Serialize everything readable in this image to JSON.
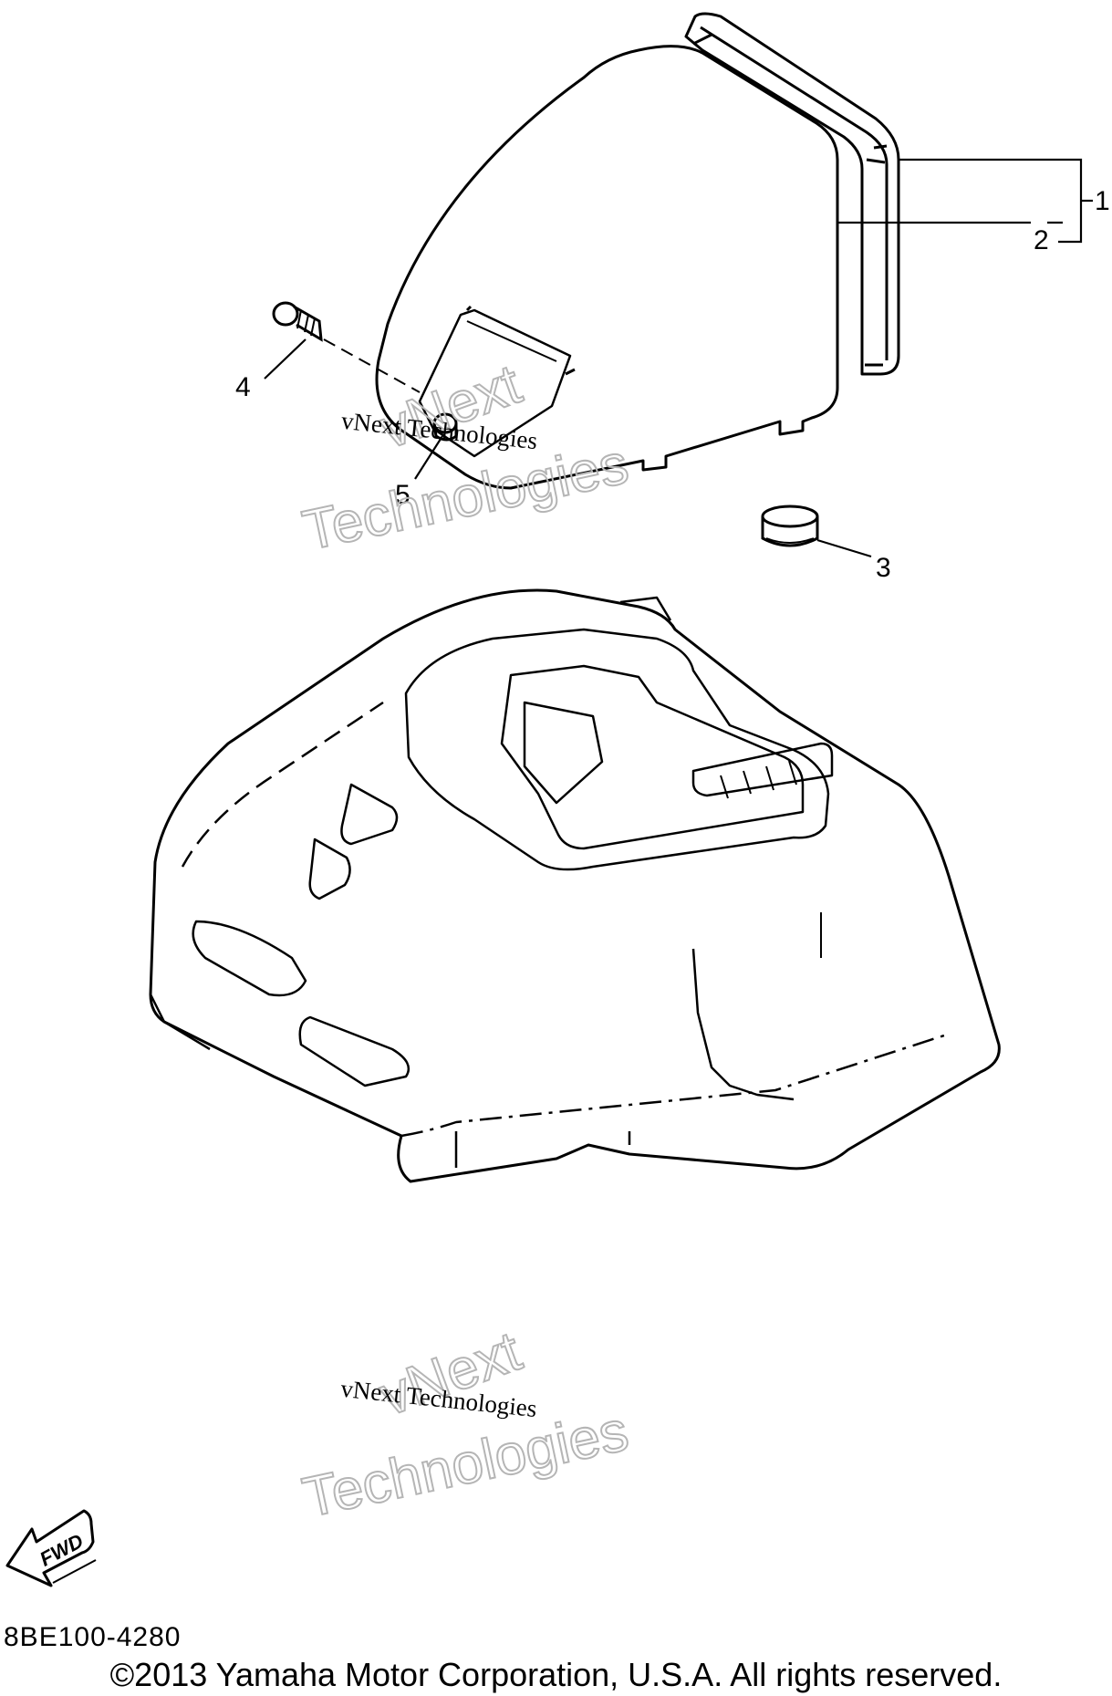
{
  "callouts": [
    {
      "number": "1"
    },
    {
      "number": "2"
    },
    {
      "number": "3"
    },
    {
      "number": "4"
    },
    {
      "number": "5"
    }
  ],
  "watermark": {
    "small": "vNext Technologies",
    "outline_top": "vNext",
    "outline_bottom": "Technologies"
  },
  "fwd_label": "FWD",
  "part_code": "8BE100-4280",
  "copyright": "©2013 Yamaha Motor Corporation, U.S.A. All rights reserved."
}
